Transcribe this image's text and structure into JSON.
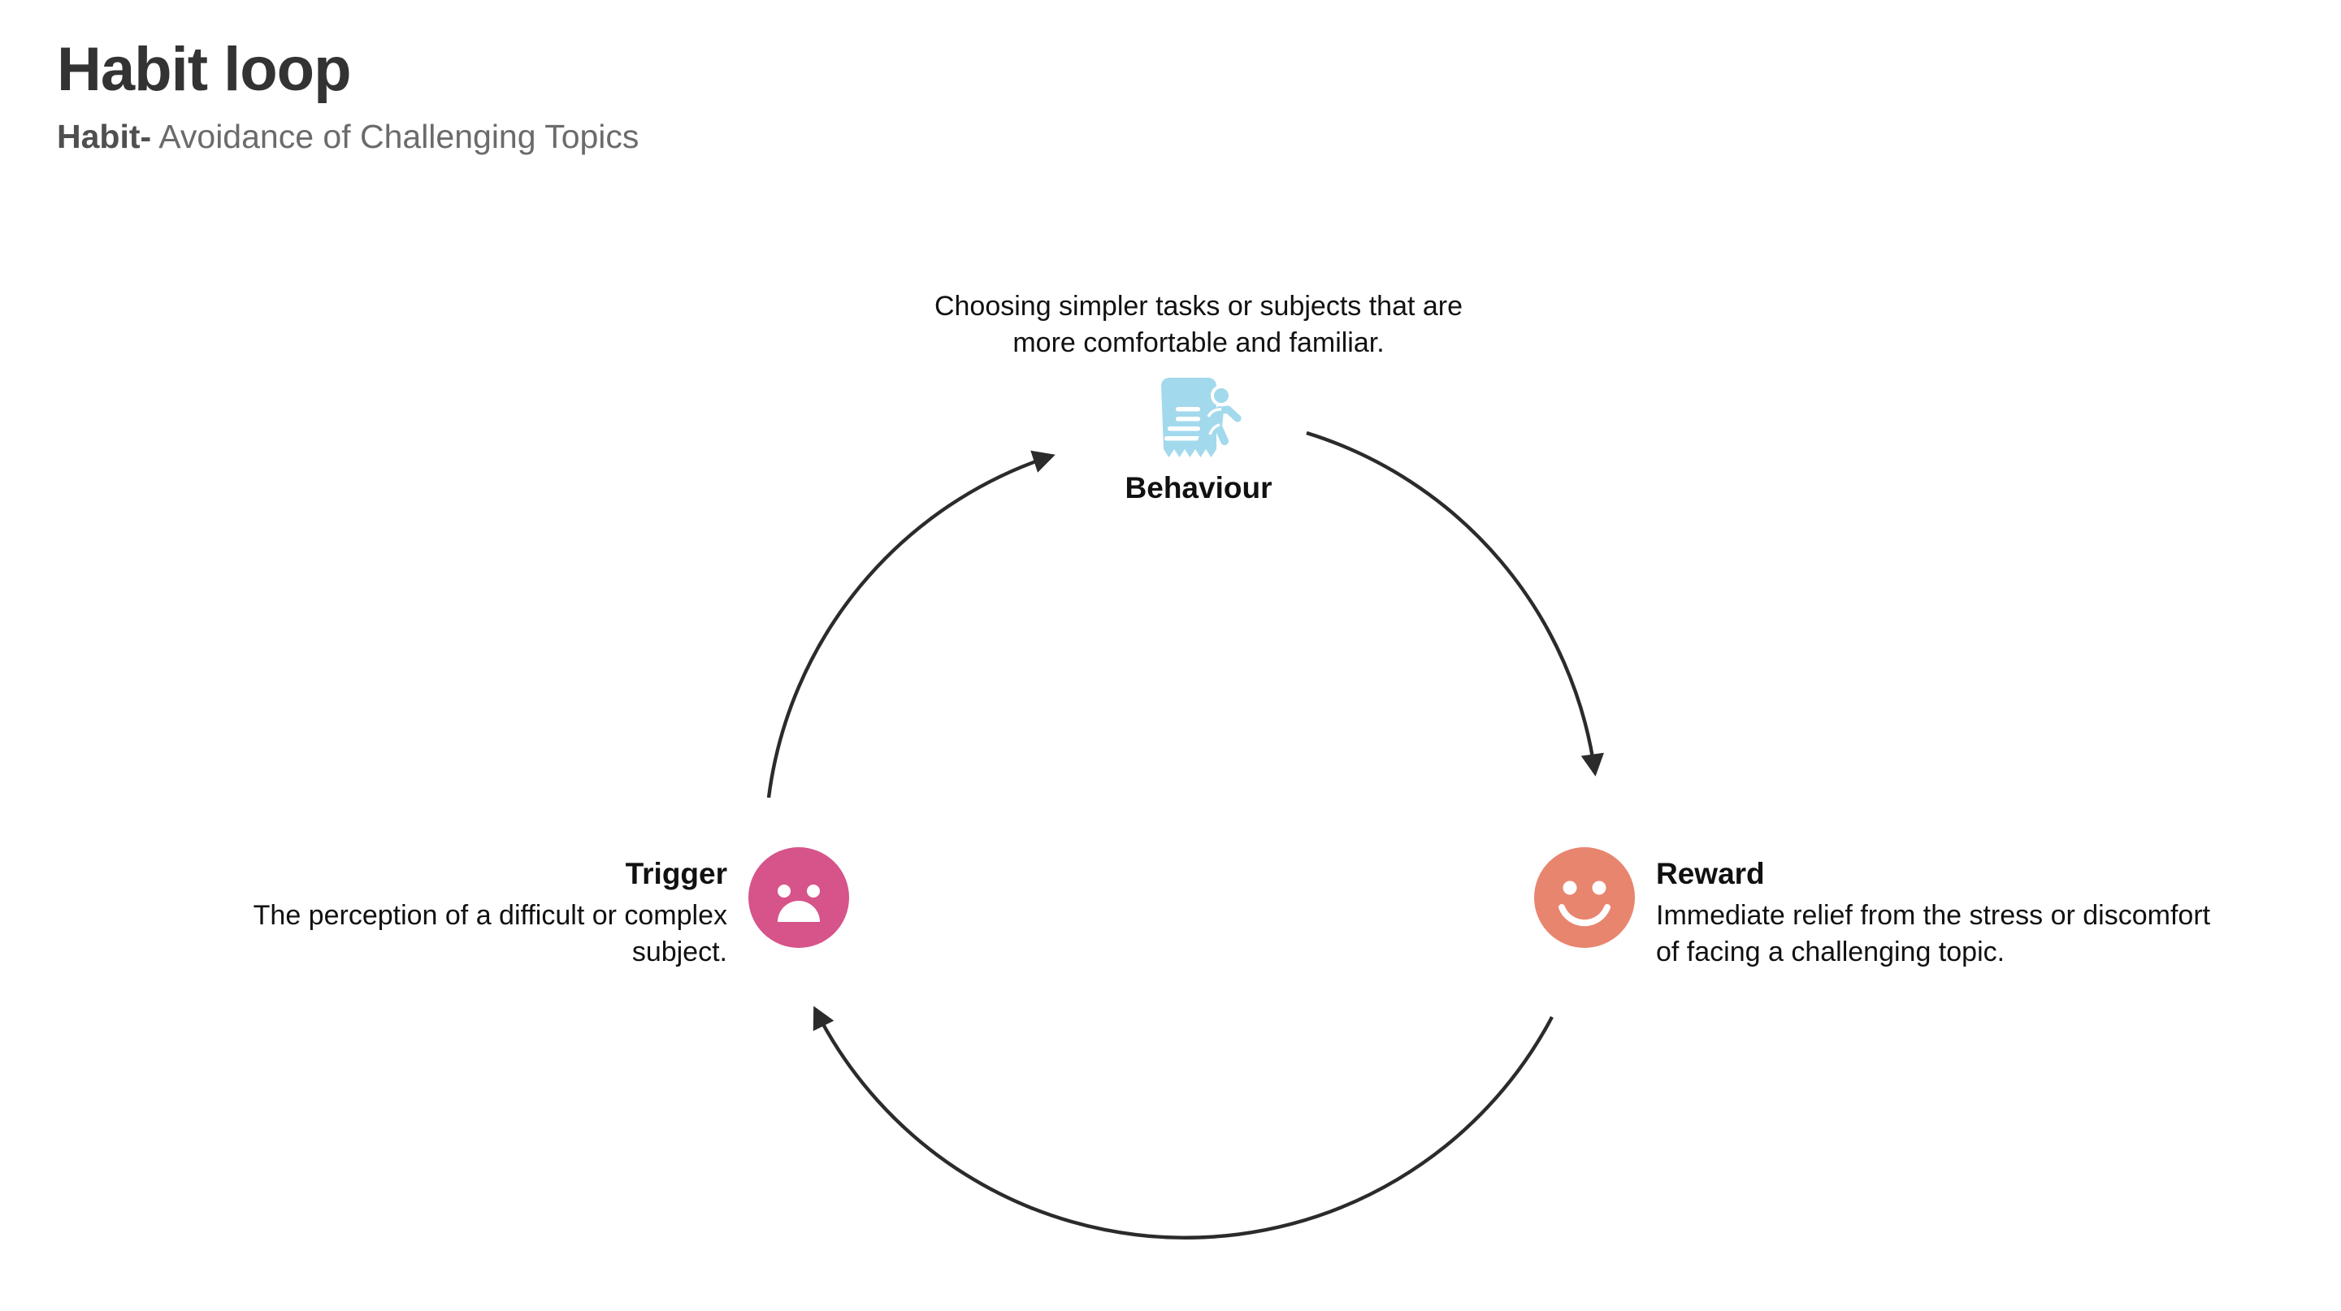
{
  "header": {
    "title": "Habit loop",
    "subtitle_prefix": "Habit-",
    "subtitle_rest": " Avoidance of Challenging Topics"
  },
  "diagram": {
    "type": "habit-loop-cycle",
    "direction": "clockwise",
    "nodes": [
      {
        "id": "trigger",
        "label": "Trigger",
        "description": "The perception of a difficult or complex subject.",
        "icon": "frowning-face-icon",
        "color": "#D6548A",
        "position": "bottom-left",
        "text_align": "right"
      },
      {
        "id": "behaviour",
        "label": "Behaviour",
        "description": "Choosing simpler tasks or subjects that are more comfortable and familiar.",
        "icon": "running-person-receipt-icon",
        "color": "#A3D9EC",
        "position": "top",
        "text_align": "center"
      },
      {
        "id": "reward",
        "label": "Reward",
        "description": "Immediate relief from the stress or discomfort of facing a challenging topic.",
        "icon": "smiling-face-icon",
        "color": "#E8856F",
        "position": "bottom-right",
        "text_align": "left"
      }
    ],
    "arrows": [
      {
        "id": "trigger-to-behaviour",
        "from": "trigger",
        "to": "behaviour"
      },
      {
        "id": "behaviour-to-reward",
        "from": "behaviour",
        "to": "reward"
      },
      {
        "id": "reward-to-trigger",
        "from": "reward",
        "to": "trigger"
      }
    ],
    "arrow_color": "#2b2b2b"
  },
  "colors": {
    "background": "#FFFFFF",
    "title": "#333333",
    "subtitle": "#6B6B6B",
    "body_text": "#111111",
    "trigger": "#D6548A",
    "behaviour": "#A3D9EC",
    "reward": "#E8856F",
    "arrow": "#2B2B2B"
  }
}
